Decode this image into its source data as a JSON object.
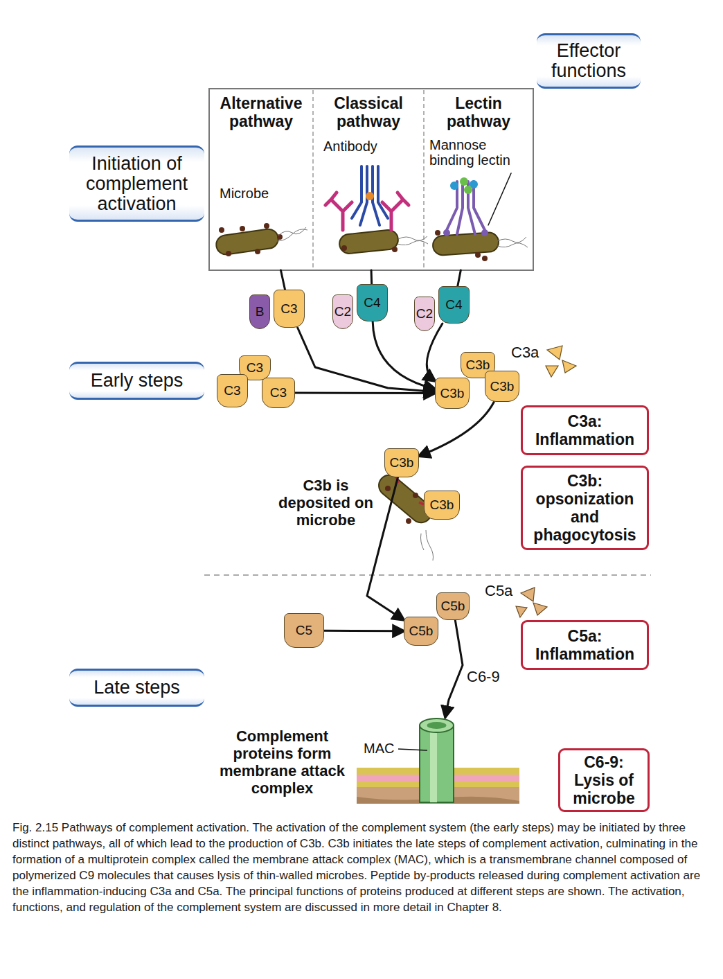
{
  "diagram": {
    "caption": "Fig. 2.15 Pathways of complement activation. The activation of the complement system (the early steps) may be initiated by three distinct pathways, all of which lead to the production of C3b. C3b initiates the late steps of complement activation, culminating in the formation of a multiprotein complex called the membrane attack complex (MAC), which is a transmembrane channel composed of polymerized C9 molecules that causes lysis of thin-walled microbes. Peptide by-products released during complement activation are the inflammation-inducing C3a and C5a. The principal functions of proteins produced at different steps are shown. The activation, functions, and regulation of the complement system are discussed in more detail in Chapter 8.",
    "nodes": [
      {
        "text": [
          "Effector functions"
        ]
      },
      {
        "text": [
          "Initiation of complement activation"
        ]
      },
      {
        "text": [
          "Alternative pathway",
          "Microbe"
        ]
      },
      {
        "text": [
          "Classical pathway",
          "Antibody"
        ]
      },
      {
        "text": [
          "Lectin pathway",
          "Mannose binding lectin"
        ]
      },
      {
        "text": [
          "B"
        ]
      },
      {
        "text": [
          "C3"
        ]
      },
      {
        "text": [
          "C2"
        ]
      },
      {
        "text": [
          "C4"
        ]
      },
      {
        "text": [
          "C2"
        ]
      },
      {
        "text": [
          "C4"
        ]
      },
      {
        "text": [
          "Early steps"
        ]
      },
      {
        "text": [
          "C3"
        ]
      },
      {
        "text": [
          "C3"
        ]
      },
      {
        "text": [
          "C3"
        ]
      },
      {
        "text": [
          "C3b"
        ]
      },
      {
        "text": [
          "C3b"
        ]
      },
      {
        "text": [
          "C3b"
        ]
      },
      {
        "text": [
          "C3a: Inflammation"
        ]
      },
      {
        "text": [
          "C3b"
        ]
      },
      {
        "text": [
          "C3b"
        ]
      },
      {
        "text": [
          "C3b: opsonization and phagocytosis"
        ]
      },
      {
        "text": [
          "C5"
        ]
      },
      {
        "text": [
          "C5b"
        ]
      },
      {
        "text": [
          "C5b"
        ]
      },
      {
        "text": [
          "C5a: Inflammation"
        ]
      },
      {
        "text": [
          "Late steps"
        ]
      },
      {
        "text": [
          "MAC"
        ]
      },
      {
        "text": [
          "C6-9: Lysis of microbe"
        ]
      }
    ],
    "edges": [
      {
        "from": 2,
        "to": 6,
        "arrow": "none"
      },
      {
        "from": 3,
        "to": 8,
        "arrow": "none"
      },
      {
        "from": 4,
        "to": 10,
        "arrow": "none"
      },
      {
        "from": 6,
        "to": 16,
        "arrow": "to"
      },
      {
        "from": 8,
        "to": 16,
        "arrow": "to"
      },
      {
        "from": 10,
        "to": 16,
        "arrow": "to"
      },
      {
        "from": 14,
        "to": 16,
        "arrow": "to"
      },
      {
        "from": 17,
        "to": 19,
        "arrow": "to"
      },
      {
        "from": 19,
        "to": 24,
        "arrow": "to"
      },
      {
        "from": 22,
        "to": 24,
        "arrow": "to"
      },
      {
        "from": 23,
        "to": 27,
        "arrow": "to",
        "label": "C6-9"
      }
    ],
    "labels": [
      "C3a",
      "C3b is deposited on microbe",
      "C5a",
      "Complement proteins form membrane attack complex"
    ]
  }
}
